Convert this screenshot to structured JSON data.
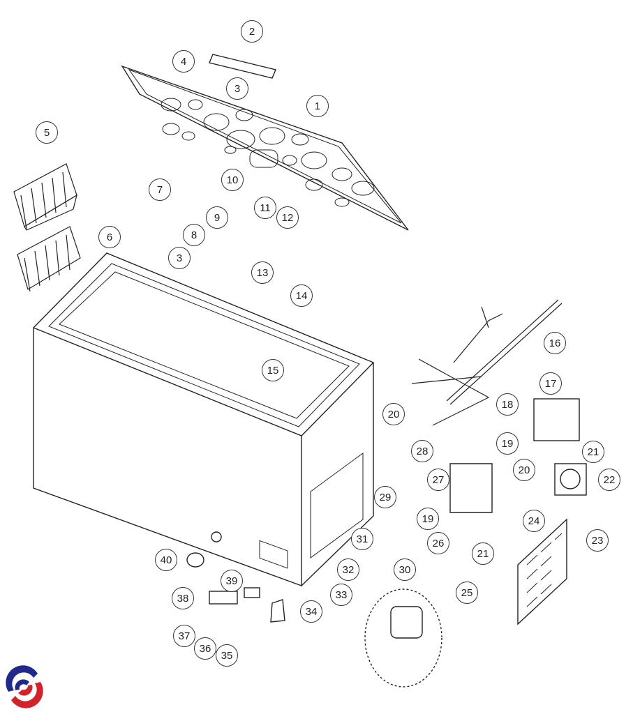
{
  "diagram": {
    "type": "exploded-parts-diagram",
    "callouts": [
      "1",
      "2",
      "3",
      "4",
      "5",
      "6",
      "7",
      "8",
      "9",
      "10",
      "11",
      "12",
      "13",
      "14",
      "15",
      "16",
      "17",
      "18",
      "19",
      "20",
      "21",
      "22",
      "23",
      "24",
      "25",
      "26",
      "27",
      "28",
      "29",
      "30",
      "31",
      "32",
      "33",
      "34",
      "35",
      "36",
      "37",
      "38",
      "39",
      "40"
    ],
    "repeat_labels": {
      "3": "3",
      "19": "19",
      "20": "20",
      "21": "21"
    },
    "colors": {
      "line": "#222222",
      "logo_blue": "#1f2a8a",
      "logo_red": "#d2232a"
    }
  }
}
